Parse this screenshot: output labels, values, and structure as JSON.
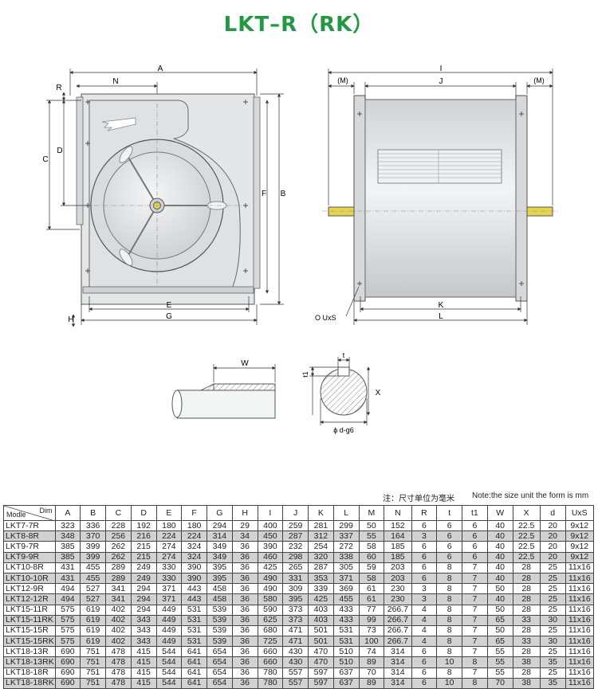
{
  "title": "LKT–R（RK）",
  "labels": {
    "A": "A",
    "N": "N",
    "R": "R",
    "C": "C",
    "D": "D",
    "F": "F",
    "B": "B",
    "E": "E",
    "G": "G",
    "H": "H",
    "I": "I",
    "J": "J",
    "M_left": "(M)",
    "M_right": "(M)",
    "K": "K",
    "L": "L",
    "uxs": "O UxS",
    "W": "W",
    "t": "t",
    "t1": "t1",
    "X": "X",
    "dg6": "ϕ d-g6"
  },
  "note_cn": "注：尺寸单位为毫米",
  "note_en": "Note:the size unit the form is mm",
  "table": {
    "corner_dim": "Dim",
    "corner_model": "Modle",
    "headers": [
      "A",
      "B",
      "C",
      "D",
      "E",
      "F",
      "G",
      "H",
      "I",
      "J",
      "K",
      "L",
      "M",
      "N",
      "R",
      "t",
      "t1",
      "W",
      "X",
      "d",
      "UxS"
    ],
    "rows": [
      [
        "LKT7-7R",
        "323",
        "336",
        "228",
        "192",
        "180",
        "180",
        "294",
        "29",
        "400",
        "259",
        "281",
        "299",
        "50",
        "152",
        "6",
        "6",
        "6",
        "40",
        "22.5",
        "20",
        "9x12"
      ],
      [
        "LKT8-8R",
        "348",
        "370",
        "256",
        "216",
        "224",
        "224",
        "314",
        "34",
        "450",
        "287",
        "312",
        "337",
        "55",
        "164",
        "3",
        "6",
        "6",
        "40",
        "22.5",
        "20",
        "9x12"
      ],
      [
        "LKT9-7R",
        "385",
        "399",
        "262",
        "215",
        "274",
        "324",
        "349",
        "36",
        "390",
        "232",
        "254",
        "272",
        "58",
        "185",
        "6",
        "6",
        "6",
        "40",
        "22.5",
        "20",
        "9x12"
      ],
      [
        "LKT9-9R",
        "385",
        "399",
        "262",
        "215",
        "274",
        "324",
        "349",
        "36",
        "460",
        "298",
        "320",
        "338",
        "60",
        "185",
        "6",
        "6",
        "6",
        "40",
        "22.5",
        "20",
        "9x12"
      ],
      [
        "LKT10-8R",
        "431",
        "455",
        "289",
        "249",
        "330",
        "390",
        "395",
        "36",
        "425",
        "265",
        "287",
        "305",
        "59",
        "203",
        "6",
        "8",
        "7",
        "40",
        "28",
        "25",
        "11x16"
      ],
      [
        "LKT10-10R",
        "431",
        "455",
        "289",
        "249",
        "330",
        "390",
        "395",
        "36",
        "490",
        "331",
        "353",
        "371",
        "58",
        "203",
        "6",
        "8",
        "7",
        "40",
        "28",
        "25",
        "11x16"
      ],
      [
        "LKT12-9R",
        "494",
        "527",
        "341",
        "294",
        "371",
        "443",
        "458",
        "36",
        "490",
        "309",
        "339",
        "369",
        "61",
        "230",
        "3",
        "8",
        "7",
        "50",
        "28",
        "25",
        "11x16"
      ],
      [
        "LKT12-12R",
        "494",
        "527",
        "341",
        "294",
        "371",
        "443",
        "458",
        "36",
        "580",
        "395",
        "425",
        "455",
        "61",
        "230",
        "3",
        "8",
        "7",
        "40",
        "28",
        "25",
        "11x16"
      ],
      [
        "LKT15-11R",
        "575",
        "619",
        "402",
        "294",
        "449",
        "531",
        "539",
        "36",
        "590",
        "373",
        "403",
        "433",
        "77",
        "266.7",
        "4",
        "8",
        "7",
        "50",
        "28",
        "25",
        "11x16"
      ],
      [
        "LKT15-11RK",
        "575",
        "619",
        "402",
        "343",
        "449",
        "531",
        "539",
        "36",
        "625",
        "373",
        "403",
        "433",
        "99",
        "266.7",
        "4",
        "8",
        "7",
        "65",
        "33",
        "30",
        "11x16"
      ],
      [
        "LKT15-15R",
        "575",
        "619",
        "402",
        "343",
        "449",
        "531",
        "539",
        "36",
        "680",
        "471",
        "501",
        "531",
        "73",
        "266.7",
        "4",
        "8",
        "7",
        "50",
        "28",
        "25",
        "11x16"
      ],
      [
        "LKT15-15RK",
        "575",
        "619",
        "402",
        "343",
        "449",
        "531",
        "539",
        "36",
        "725",
        "471",
        "501",
        "531",
        "100",
        "266.7",
        "4",
        "8",
        "7",
        "65",
        "33",
        "30",
        "11x16"
      ],
      [
        "LKT18-13R",
        "690",
        "751",
        "478",
        "415",
        "544",
        "641",
        "654",
        "36",
        "660",
        "430",
        "470",
        "510",
        "74",
        "314",
        "6",
        "8",
        "7",
        "55",
        "28",
        "25",
        "11x16"
      ],
      [
        "LKT18-13RK",
        "690",
        "751",
        "478",
        "415",
        "544",
        "641",
        "654",
        "36",
        "660",
        "430",
        "470",
        "510",
        "89",
        "314",
        "6",
        "10",
        "8",
        "55",
        "38",
        "35",
        "11x16"
      ],
      [
        "LKT18-18R",
        "690",
        "751",
        "478",
        "415",
        "544",
        "641",
        "654",
        "36",
        "780",
        "557",
        "597",
        "637",
        "70",
        "314",
        "6",
        "8",
        "7",
        "55",
        "28",
        "25",
        "11x16"
      ],
      [
        "LKT18-18RK",
        "690",
        "751",
        "478",
        "415",
        "544",
        "641",
        "654",
        "36",
        "780",
        "557",
        "597",
        "637",
        "89",
        "314",
        "6",
        "10",
        "8",
        "70",
        "38",
        "35",
        "11x16"
      ]
    ],
    "shaded_rows": [
      1,
      3,
      5,
      7,
      9,
      11,
      13,
      15
    ]
  },
  "colors": {
    "title": "#1f9a43",
    "housing": "#e4e6e8",
    "shaft": "#e8d44a",
    "row_shade": "#d2d2d2"
  }
}
